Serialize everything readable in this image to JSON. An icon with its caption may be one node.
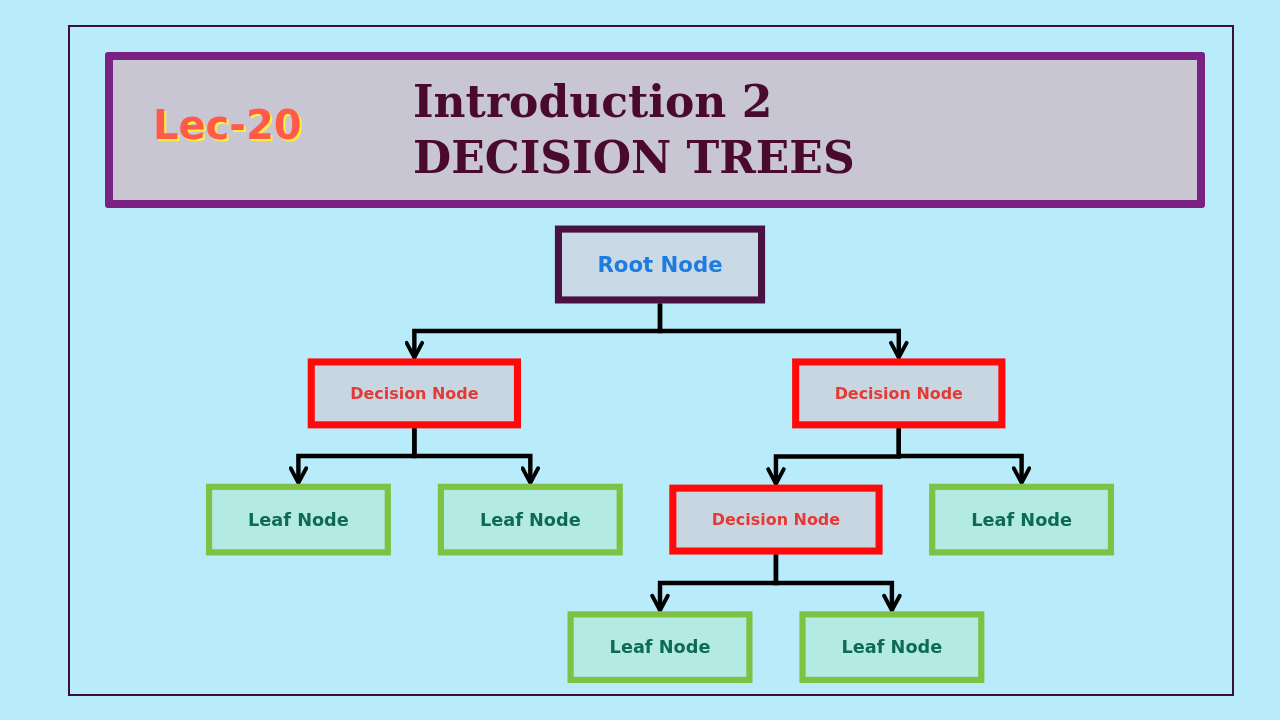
{
  "diagram": {
    "title": "Introduction 2 DECISION TREES",
    "nodes": [
      {
        "text": [
          "Root Node"
        ]
      },
      {
        "text": [
          "Decision Node"
        ]
      },
      {
        "text": [
          "Decision Node"
        ]
      },
      {
        "text": [
          "Leaf Node"
        ]
      },
      {
        "text": [
          "Leaf Node"
        ]
      },
      {
        "text": [
          "Decision Node"
        ]
      },
      {
        "text": [
          "Leaf Node"
        ]
      },
      {
        "text": [
          "Leaf Node"
        ]
      },
      {
        "text": [
          "Leaf Node"
        ]
      }
    ],
    "edges": [
      {
        "from": 0,
        "to": 1,
        "arrow": "to"
      },
      {
        "from": 0,
        "to": 2,
        "arrow": "to"
      },
      {
        "from": 1,
        "to": 3,
        "arrow": "to"
      },
      {
        "from": 1,
        "to": 4,
        "arrow": "to"
      },
      {
        "from": 2,
        "to": 5,
        "arrow": "to"
      },
      {
        "from": 2,
        "to": 6,
        "arrow": "to"
      },
      {
        "from": 5,
        "to": 7,
        "arrow": "to"
      },
      {
        "from": 5,
        "to": 8,
        "arrow": "to"
      }
    ],
    "labels": [
      "Lec-20"
    ]
  }
}
